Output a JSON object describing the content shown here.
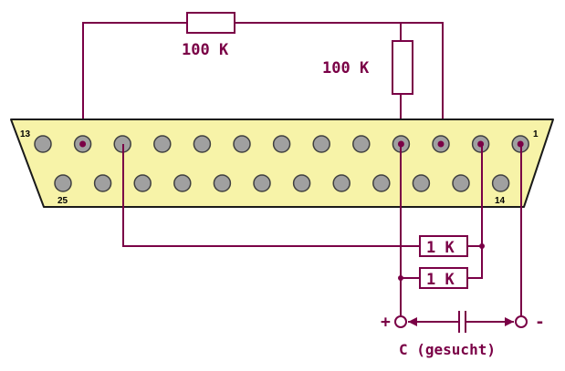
{
  "colors": {
    "wire": "#7a0046",
    "connector_fill": "#f7f3a8",
    "connector_stroke": "#1a1a1a",
    "pin_fill": "#a0a0a0"
  },
  "resistors": {
    "top_horizontal": "100 K",
    "top_vertical": "100 K",
    "lower_upper": "1 K",
    "lower_lower": "1 K"
  },
  "connector": {
    "pin_labels": {
      "top_left": "13",
      "top_right": "1",
      "bottom_left": "25",
      "bottom_right": "14"
    }
  },
  "capacitor": {
    "plus": "+",
    "minus": "-",
    "label": "C (gesucht)"
  }
}
